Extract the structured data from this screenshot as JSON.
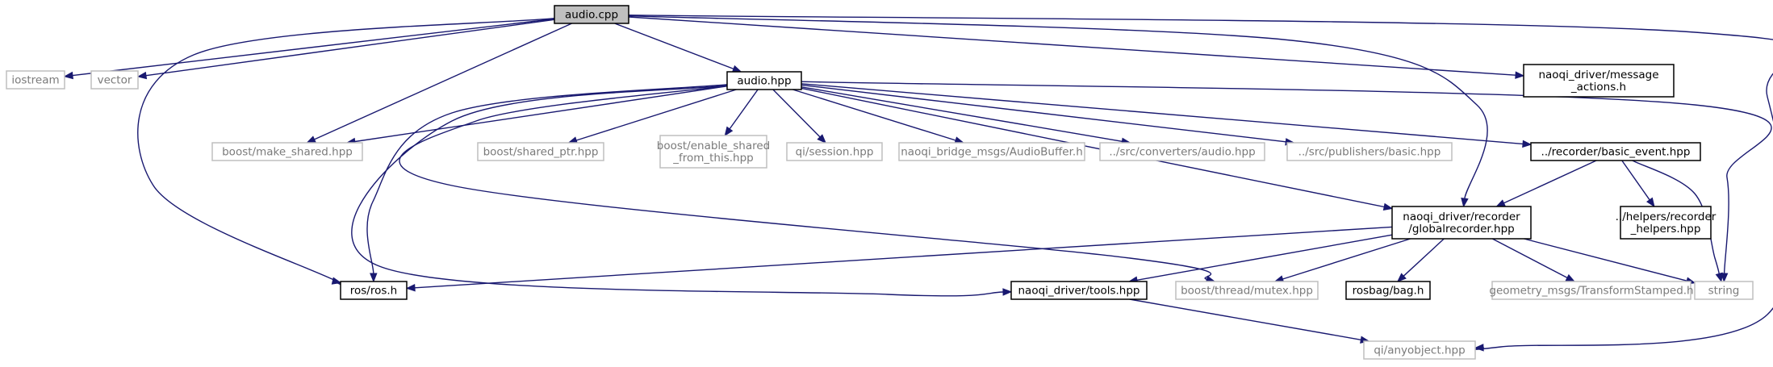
{
  "graph": {
    "title": "",
    "colors": {
      "edge": "#191970",
      "root_fill": "#bfbfbf",
      "documented_border": "#000000",
      "external_border": "#bfbfbf"
    },
    "nodes": {
      "audio_cpp": {
        "lines": [
          "audio.cpp"
        ],
        "kind": "root"
      },
      "iostream": {
        "lines": [
          "iostream"
        ],
        "kind": "external"
      },
      "vector": {
        "lines": [
          "vector"
        ],
        "kind": "external"
      },
      "audio_hpp": {
        "lines": [
          "audio.hpp"
        ],
        "kind": "documented"
      },
      "message_actions": {
        "lines": [
          "naoqi_driver/message",
          "_actions.h"
        ],
        "kind": "documented"
      },
      "make_shared": {
        "lines": [
          "boost/make_shared.hpp"
        ],
        "kind": "external"
      },
      "shared_ptr": {
        "lines": [
          "boost/shared_ptr.hpp"
        ],
        "kind": "external"
      },
      "enable_shared": {
        "lines": [
          "boost/enable_shared",
          "_from_this.hpp"
        ],
        "kind": "external"
      },
      "qi_session": {
        "lines": [
          "qi/session.hpp"
        ],
        "kind": "external"
      },
      "audio_buffer": {
        "lines": [
          "naoqi_bridge_msgs/AudioBuffer.h"
        ],
        "kind": "external"
      },
      "conv_audio": {
        "lines": [
          "../src/converters/audio.hpp"
        ],
        "kind": "external"
      },
      "pub_basic": {
        "lines": [
          "../src/publishers/basic.hpp"
        ],
        "kind": "external"
      },
      "basic_event": {
        "lines": [
          "../recorder/basic_event.hpp"
        ],
        "kind": "documented"
      },
      "globalrecorder": {
        "lines": [
          "naoqi_driver/recorder",
          "/globalrecorder.hpp"
        ],
        "kind": "documented"
      },
      "helpers": {
        "lines": [
          "../helpers/recorder",
          "_helpers.hpp"
        ],
        "kind": "documented"
      },
      "ros_h": {
        "lines": [
          "ros/ros.h"
        ],
        "kind": "documented"
      },
      "tools": {
        "lines": [
          "naoqi_driver/tools.hpp"
        ],
        "kind": "documented"
      },
      "mutex": {
        "lines": [
          "boost/thread/mutex.hpp"
        ],
        "kind": "external"
      },
      "bag": {
        "lines": [
          "rosbag/bag.h"
        ],
        "kind": "documented"
      },
      "transform": {
        "lines": [
          "geometry_msgs/TransformStamped.h"
        ],
        "kind": "external"
      },
      "string": {
        "lines": [
          "string"
        ],
        "kind": "external"
      },
      "anyobject": {
        "lines": [
          "qi/anyobject.hpp"
        ],
        "kind": "external"
      }
    },
    "edges": [
      [
        "audio_cpp",
        "iostream"
      ],
      [
        "audio_cpp",
        "vector"
      ],
      [
        "audio_cpp",
        "audio_hpp"
      ],
      [
        "audio_cpp",
        "make_shared"
      ],
      [
        "audio_cpp",
        "ros_h"
      ],
      [
        "audio_cpp",
        "globalrecorder"
      ],
      [
        "audio_cpp",
        "message_actions"
      ],
      [
        "audio_cpp",
        "anyobject"
      ],
      [
        "audio_hpp",
        "make_shared"
      ],
      [
        "audio_hpp",
        "shared_ptr"
      ],
      [
        "audio_hpp",
        "enable_shared"
      ],
      [
        "audio_hpp",
        "qi_session"
      ],
      [
        "audio_hpp",
        "audio_buffer"
      ],
      [
        "audio_hpp",
        "conv_audio"
      ],
      [
        "audio_hpp",
        "pub_basic"
      ],
      [
        "audio_hpp",
        "basic_event"
      ],
      [
        "audio_hpp",
        "globalrecorder"
      ],
      [
        "audio_hpp",
        "string"
      ],
      [
        "audio_hpp",
        "ros_h"
      ],
      [
        "audio_hpp",
        "tools"
      ],
      [
        "audio_hpp",
        "mutex"
      ],
      [
        "basic_event",
        "globalrecorder"
      ],
      [
        "basic_event",
        "helpers"
      ],
      [
        "basic_event",
        "string"
      ],
      [
        "globalrecorder",
        "ros_h"
      ],
      [
        "globalrecorder",
        "tools"
      ],
      [
        "globalrecorder",
        "mutex"
      ],
      [
        "globalrecorder",
        "bag"
      ],
      [
        "globalrecorder",
        "transform"
      ],
      [
        "globalrecorder",
        "string"
      ],
      [
        "tools",
        "anyobject"
      ]
    ]
  }
}
